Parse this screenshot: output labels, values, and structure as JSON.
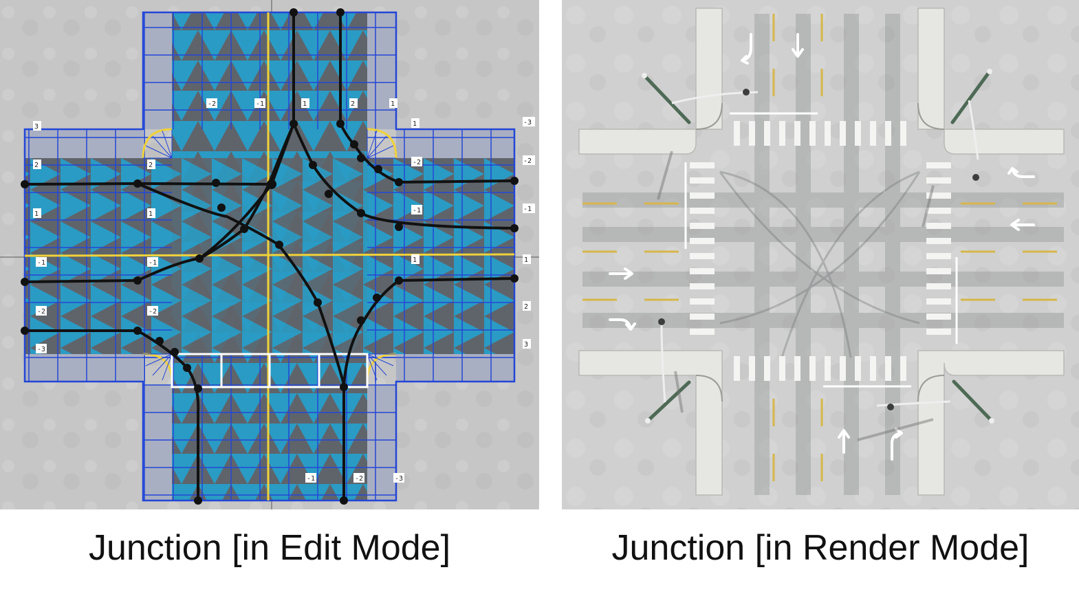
{
  "captions": {
    "edit": "Junction [in Edit Mode]",
    "render": "Junction [in Render Mode]"
  },
  "edit_mode": {
    "lane_ids": {
      "north": [
        "-2",
        "-1",
        "1",
        "2",
        "1"
      ],
      "south": [
        "-1",
        "-2",
        "-3"
      ],
      "west": [
        "3",
        "2",
        "1",
        "-1",
        "-2",
        "-3"
      ],
      "east": [
        "-3",
        "-2",
        "-1",
        "1",
        "2",
        "3"
      ],
      "inner_east": [
        "1",
        "-2",
        "-1",
        "1"
      ],
      "inner_west": [
        "2",
        "1",
        "-1",
        "-2"
      ]
    }
  },
  "colors": {
    "lane_blue": "#2a9bc4",
    "lane_gray": "#5f646b",
    "boundary_blue": "#2346d6",
    "sidewalk": "#a9afc2",
    "centerline_yellow": "#f0d23a",
    "reference_line": "#111111",
    "crosswalk_outline": "#ffffff",
    "ground": "#c9c9c9",
    "render_ground": "#cfd0cf",
    "render_sidewalk": "#e6e6e2"
  },
  "icons": [
    "node-dot-icon",
    "curb-fan-icon",
    "lane-arrow-icon",
    "traffic-light-icon"
  ]
}
